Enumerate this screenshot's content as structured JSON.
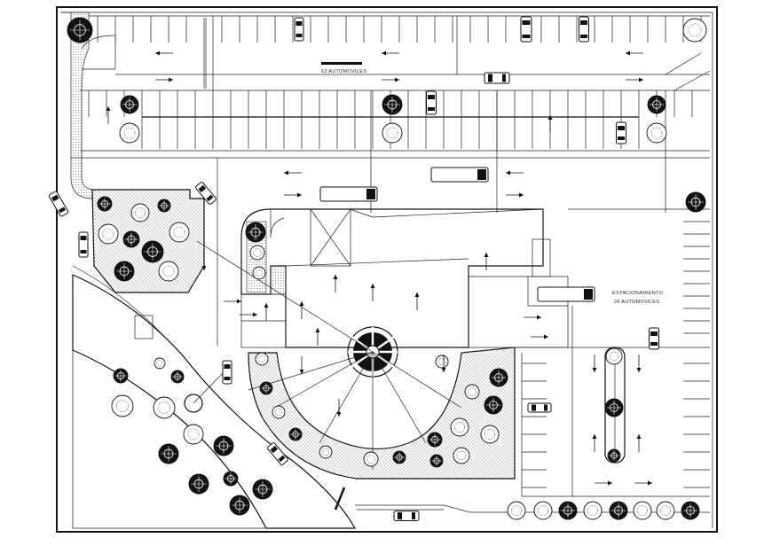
{
  "labels": {
    "top_lot": "63 AUTOMOVILES",
    "east_lot_line1": "ESTACIONAMIENTO",
    "east_lot_line2": "26 AUTOMOVILES"
  },
  "colors": {
    "line": "#111111",
    "paper": "#ffffff",
    "stipple": "#555555"
  },
  "icons": [
    "tree-symbol",
    "car-symbol",
    "truck-symbol",
    "arrow-symbol",
    "fountain-symbol"
  ]
}
